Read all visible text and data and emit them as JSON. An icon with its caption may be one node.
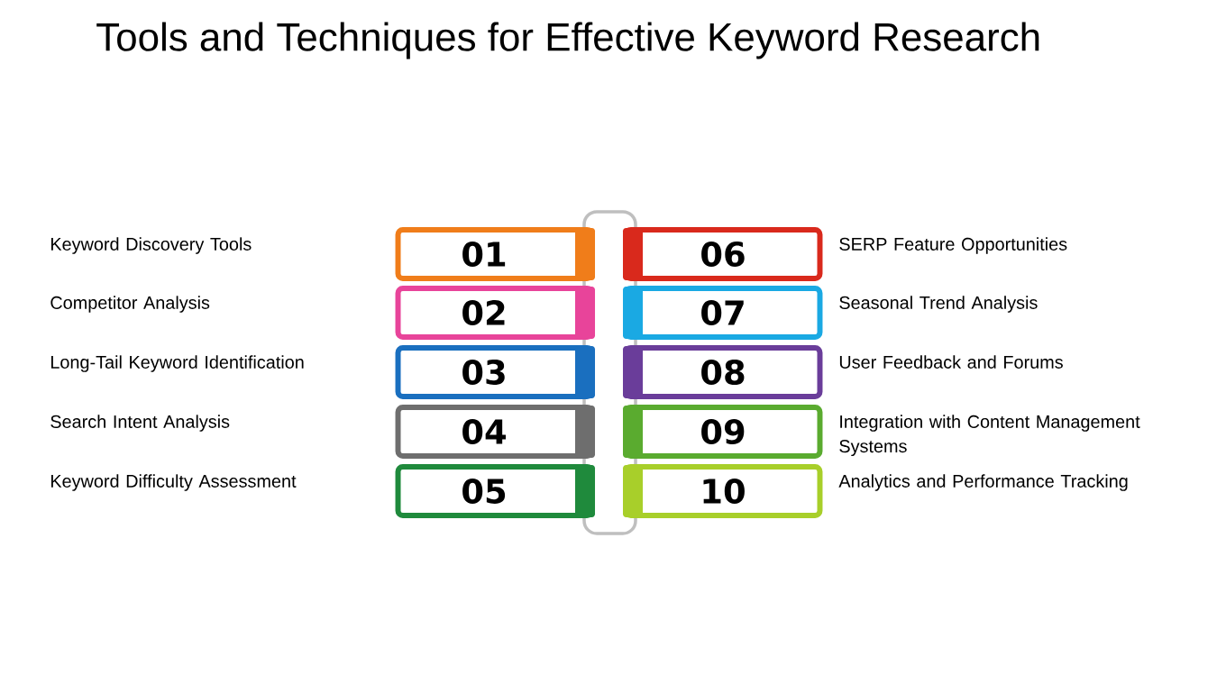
{
  "diagram": {
    "title": "Tools and Techniques for Effective Keyword Research",
    "nodes": [
      {
        "text": [
          "01"
        ]
      },
      {
        "text": [
          "02"
        ]
      },
      {
        "text": [
          "03"
        ]
      },
      {
        "text": [
          "04"
        ]
      },
      {
        "text": [
          "05"
        ]
      },
      {
        "text": [
          "06"
        ]
      },
      {
        "text": [
          "07"
        ]
      },
      {
        "text": [
          "08"
        ]
      },
      {
        "text": [
          "09"
        ]
      },
      {
        "text": [
          "10"
        ]
      }
    ],
    "edges": [
      {
        "from": 0,
        "to": 1,
        "arrow": "none"
      },
      {
        "from": 1,
        "to": 2,
        "arrow": "none"
      },
      {
        "from": 2,
        "to": 3,
        "arrow": "none"
      },
      {
        "from": 3,
        "to": 4,
        "arrow": "none"
      },
      {
        "from": 5,
        "to": 6,
        "arrow": "none"
      },
      {
        "from": 6,
        "to": 7,
        "arrow": "none"
      },
      {
        "from": 7,
        "to": 8,
        "arrow": "none"
      },
      {
        "from": 8,
        "to": 9,
        "arrow": "none"
      },
      {
        "from": 0,
        "to": 5,
        "arrow": "none"
      },
      {
        "from": 4,
        "to": 9,
        "arrow": "none"
      }
    ],
    "labels": [
      "Keyword Discovery Tools",
      "SERP Feature Opportunities",
      "Competitor Analysis",
      "Seasonal Trend Analysis",
      "Long-Tail Keyword Identification",
      "User Feedback and Forums",
      "Search Intent Analysis",
      "Integration with Content Management Systems",
      "Keyword Difficulty Assessment",
      "Analytics and Performance Tracking"
    ]
  }
}
